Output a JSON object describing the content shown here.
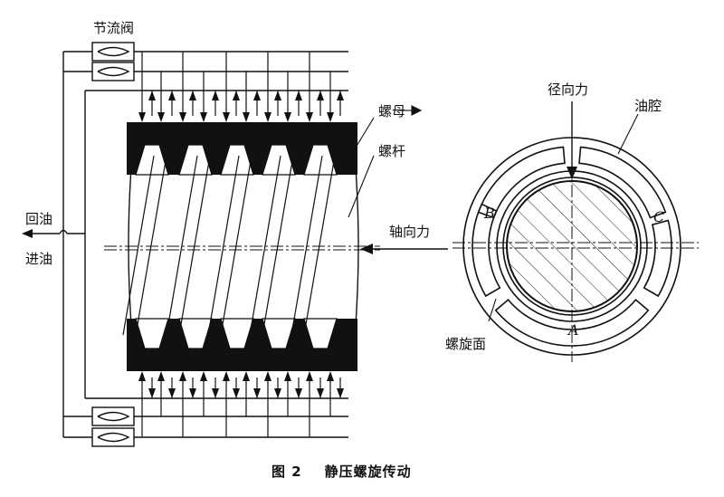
{
  "labels": {
    "throttle_valve": "节流阀",
    "return_oil": "回油",
    "inlet_oil": "进油",
    "nut": "螺母",
    "screw": "螺杆",
    "axial_force": "轴向力",
    "radial_force": "径向力",
    "oil_cavity": "油腔",
    "helical_surface": "螺旋面",
    "point_a": "A",
    "point_b": "B",
    "point_c": "C"
  },
  "caption": {
    "number": "图 2",
    "title": "静压螺旋传动"
  }
}
